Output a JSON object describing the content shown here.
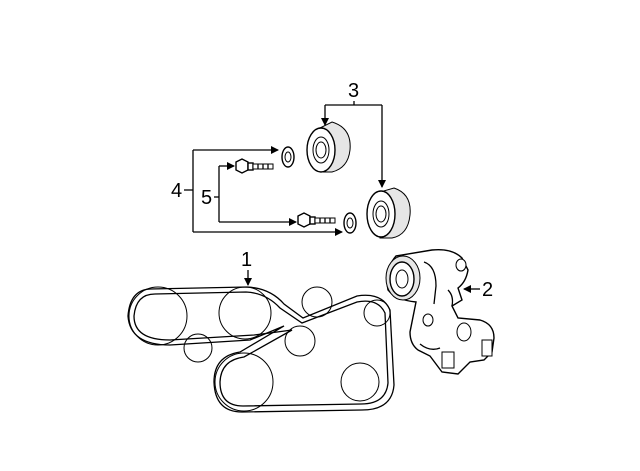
{
  "callouts": {
    "belt": "1",
    "bracket": "2",
    "idler_pulleys": "3",
    "washers": "4",
    "bolts": "5"
  }
}
